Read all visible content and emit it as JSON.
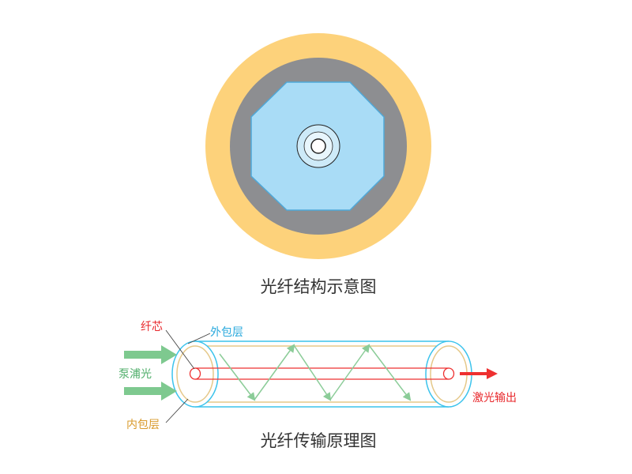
{
  "captions": {
    "structure": "光纤结构示意图",
    "transmission": "光纤传输原理图"
  },
  "labels": {
    "core": "纤芯",
    "outer_cladding": "外包层",
    "pump_light": "泵浦光",
    "inner_cladding": "内包层",
    "laser_output": "激光输出"
  },
  "colors": {
    "coating": "#fdd27b",
    "coating_edge": "#e6b95c",
    "outer_cladding": "#8d8e91",
    "inner_cladding": "#a9dcf6",
    "inner_edge": "#4fa8d8",
    "core_ring": "#ffffff",
    "core_blue": "#cdeaf8",
    "tube_cyan": "#3cc3ec",
    "tube_yellow": "#e5c889",
    "core_red": "#ee3030",
    "pump_green": "#7ec98f",
    "ray_green": "#8bcc98",
    "label_red": "#e8262a",
    "label_cyan": "#29a9dd",
    "label_green": "#4fae6a",
    "label_gold": "#d99a2b",
    "caption_text": "#333333"
  }
}
